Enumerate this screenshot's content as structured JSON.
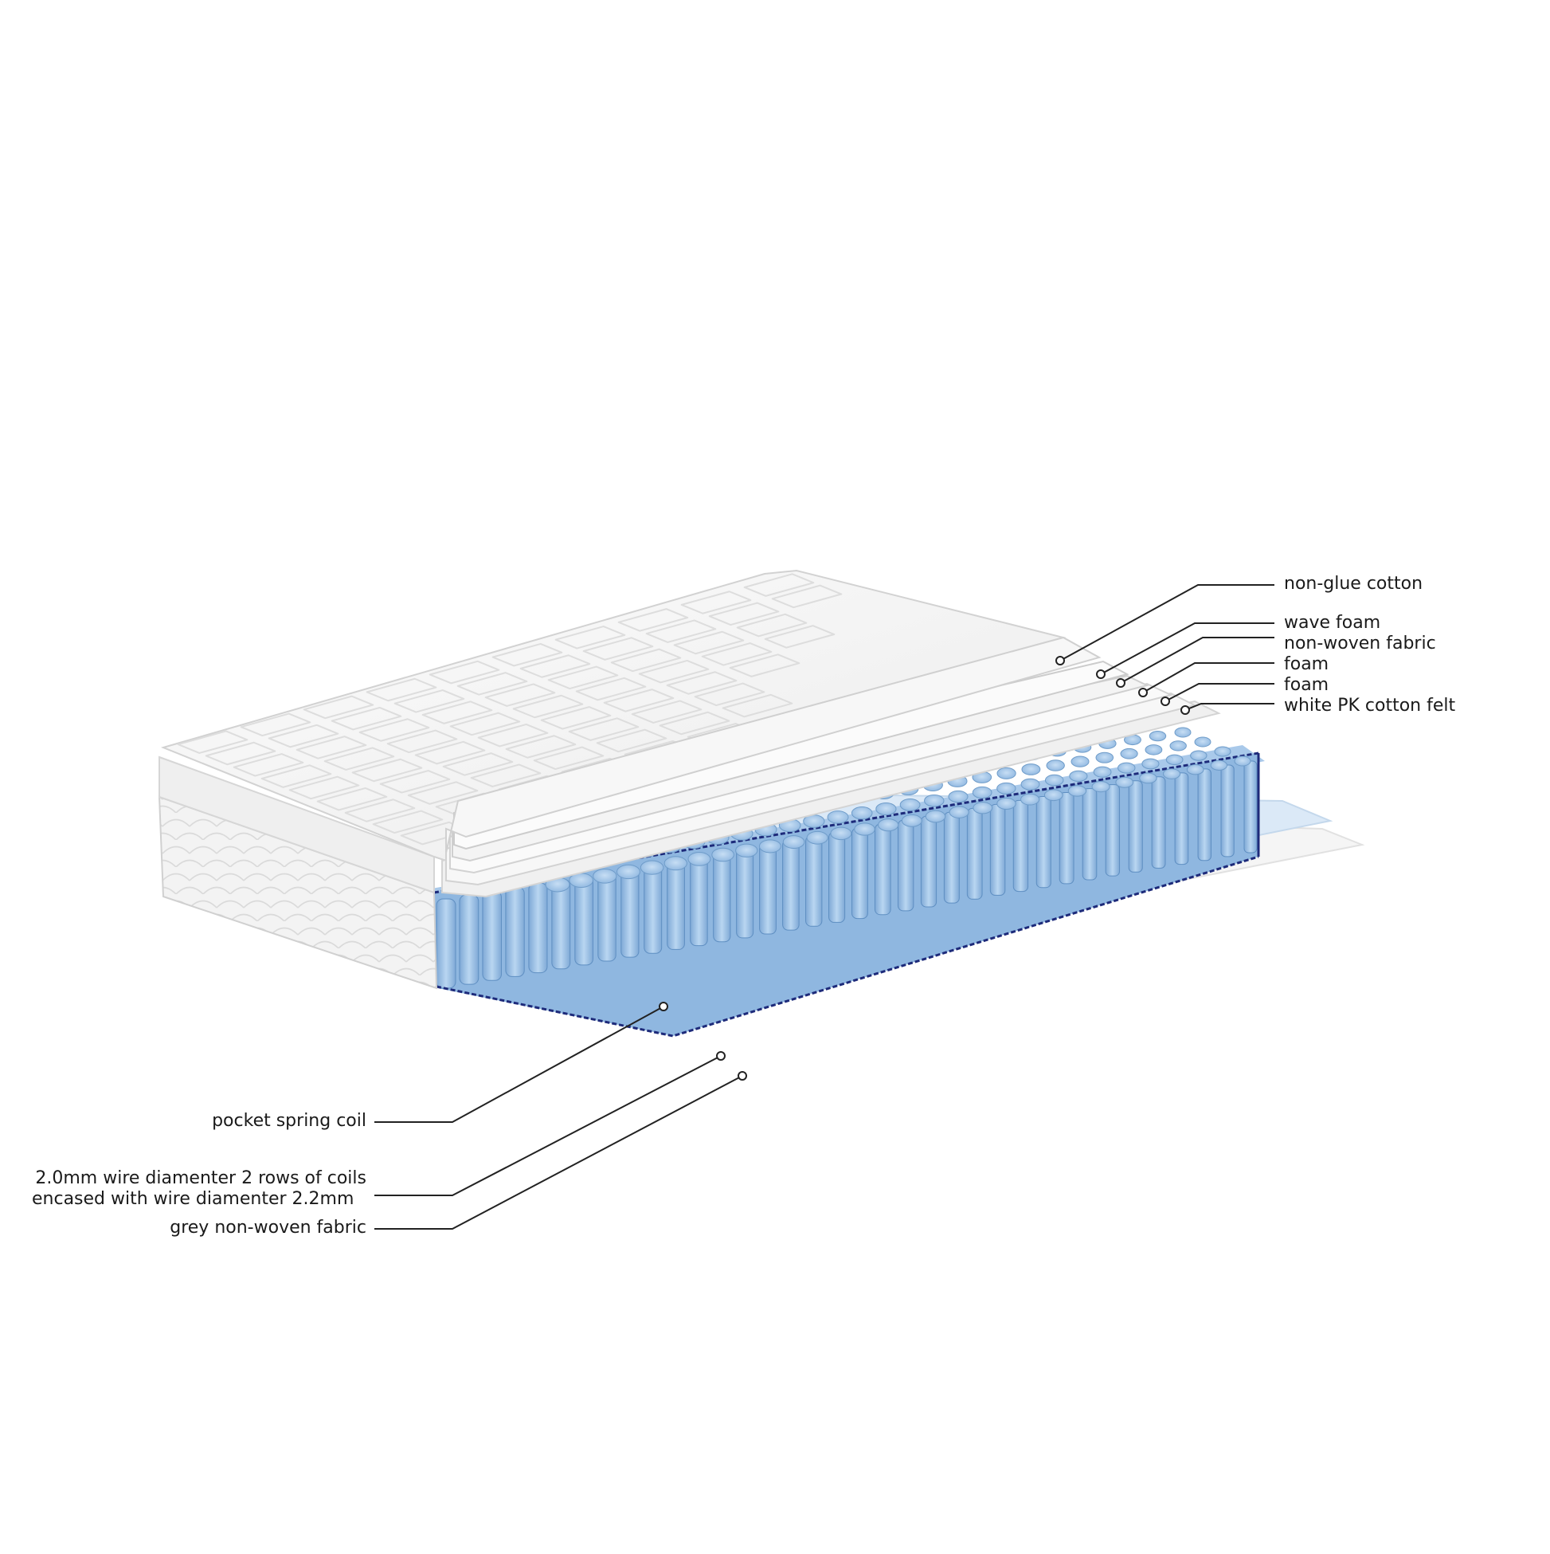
{
  "labels": {
    "non_glue_cotton": "non-glue cotton",
    "wave_foam": "wave foam",
    "non_woven_fabric": "non-woven fabric",
    "foam_1": "foam",
    "foam_2": "foam",
    "white_pk_cotton_felt": "white PK cotton felt",
    "pocket_spring_coil": "pocket spring coil",
    "wire_line_1": "2.0mm wire diamenter 2 rows of coils",
    "wire_line_2": "encased with wire diamenter 2.2mm",
    "grey_non_woven_fabric": "grey non-woven fabric"
  },
  "colors": {
    "quilt": "#f4f4f4",
    "quilt_line": "#d8d8d8",
    "spring": "#a9ccec",
    "spring_dark": "#6f9cc9",
    "frame": "#1d2a7a",
    "felt": "#d8e8f7",
    "leader": "#222222"
  }
}
